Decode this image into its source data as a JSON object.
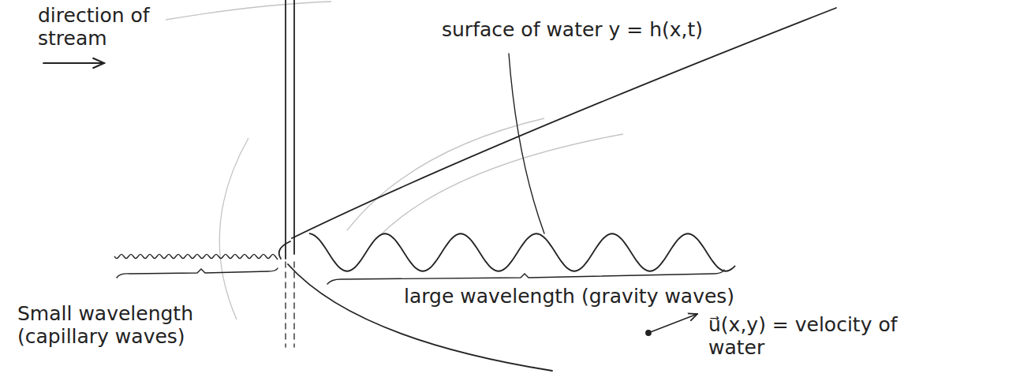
{
  "diagram": {
    "labels": [
      "direction of stream",
      "surface of water y = h(x,t)",
      "Small wavelength (capillary waves)",
      "large wavelength (gravity waves)",
      "u⃗(x,y) = velocity of water"
    ]
  }
}
